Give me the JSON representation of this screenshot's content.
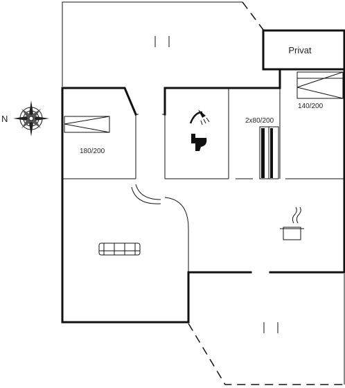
{
  "compass": {
    "north_label": "N"
  },
  "rooms": {
    "private_label": "Privat"
  },
  "beds": [
    {
      "label": "180/200"
    },
    {
      "label": "2x80/200"
    },
    {
      "label": "140/200"
    }
  ],
  "icons": [
    "compass-rose-icon",
    "shower-icon",
    "toilet-icon",
    "sofa-icon",
    "cooking-pot-icon",
    "terrace-pillars-icon"
  ]
}
